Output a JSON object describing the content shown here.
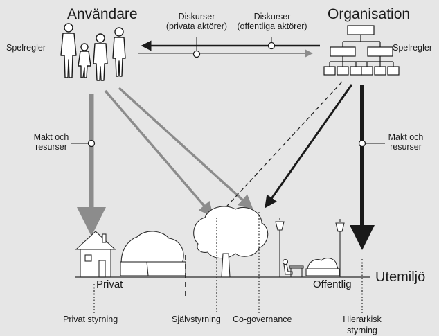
{
  "actors": {
    "users": "Användare",
    "organisation": "Organisation"
  },
  "rules_left": "Spelregler",
  "rules_right": "Spelregler",
  "discourse_private": {
    "line1": "Diskurser",
    "line2": "(privata aktörer)"
  },
  "discourse_public": {
    "line1": "Diskurser",
    "line2": "(offentliga aktörer)"
  },
  "power_left": {
    "line1": "Makt och",
    "line2": "resurser"
  },
  "power_right": {
    "line1": "Makt och",
    "line2": "resurser"
  },
  "ground": {
    "private": "Privat",
    "public": "Offentlig",
    "environment": "Utemiljö"
  },
  "governance": {
    "private": "Privat styrning",
    "self": "Självstyrning",
    "co": "Co-governance",
    "hier_line1": "Hierarkisk",
    "hier_line2": "styrning"
  },
  "colors": {
    "dark": "#1a1a1a",
    "gray": "#8c8c8c",
    "background": "#e6e6e6"
  }
}
